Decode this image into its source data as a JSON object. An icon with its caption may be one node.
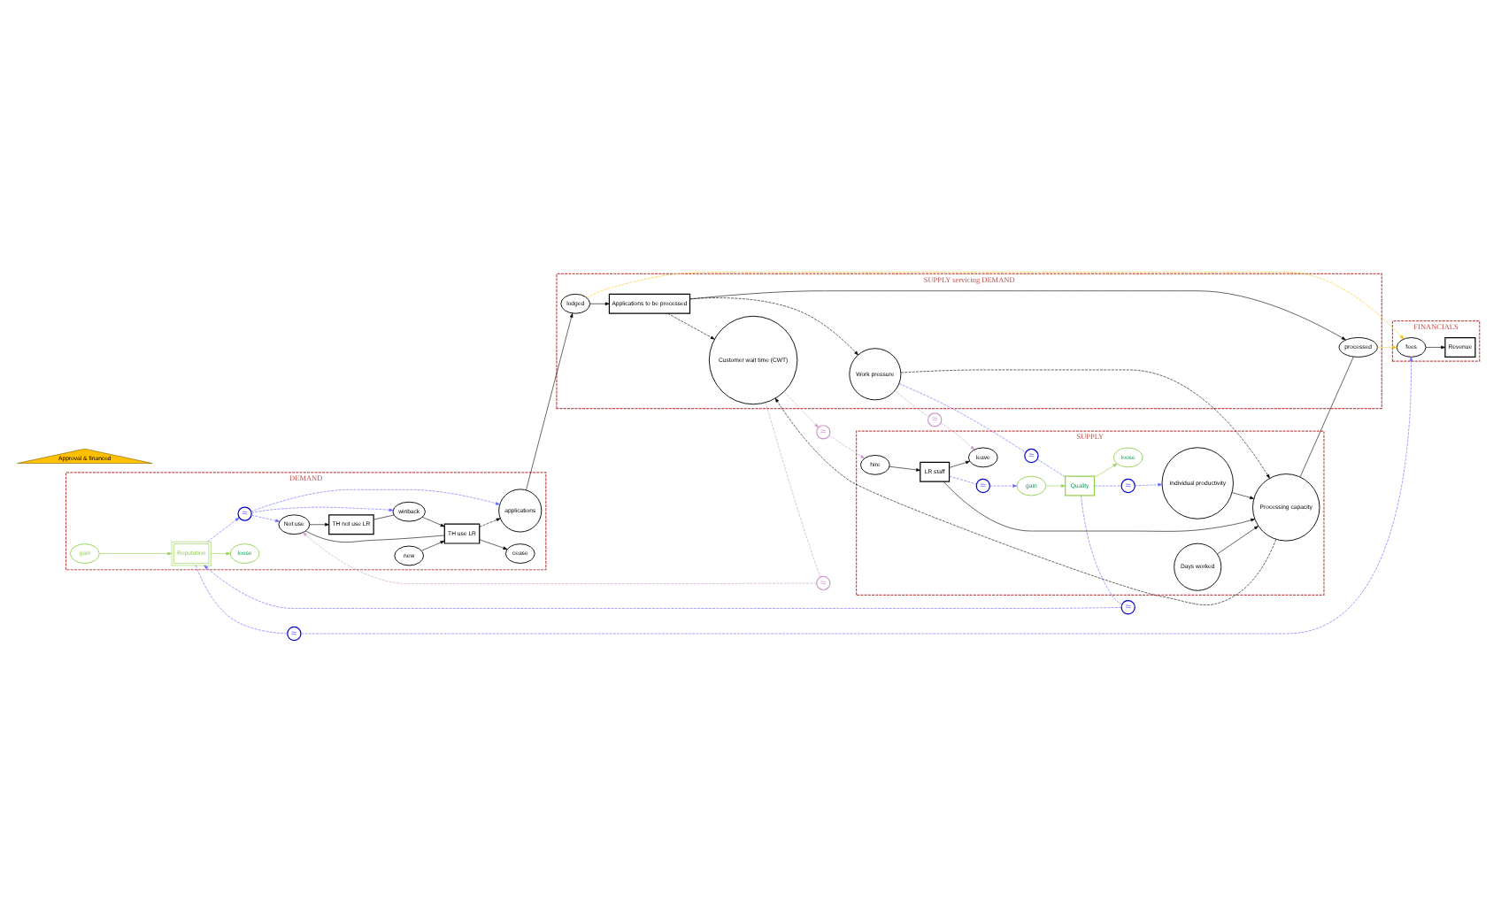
{
  "diagram": {
    "nodes": [
      {
        "text": [
          "DEMAND"
        ]
      },
      {
        "text": [
          "gain"
        ],
        "in": 0
      },
      {
        "text": [
          "Reputation"
        ],
        "in": 0
      },
      {
        "text": [
          "loose"
        ],
        "in": 0
      },
      {
        "text": [
          "≈"
        ],
        "in": 0
      },
      {
        "text": [
          "TH not use LR"
        ],
        "in": 0
      },
      {
        "text": [
          "Not use"
        ],
        "in": 0
      },
      {
        "text": [
          "winback"
        ],
        "in": 0
      },
      {
        "text": [
          "new"
        ],
        "in": 0
      },
      {
        "text": [
          "TH use LR"
        ],
        "in": 0
      },
      {
        "text": [
          "cease"
        ],
        "in": 0
      },
      {
        "text": [
          "applications"
        ],
        "in": 0
      },
      {
        "text": [
          "FINANCIALS"
        ]
      },
      {
        "text": [
          "fees"
        ],
        "in": 12
      },
      {
        "text": [
          "Revenue"
        ],
        "in": 12
      },
      {
        "text": [
          "SUPPLY servicing DEMAND"
        ]
      },
      {
        "text": [
          "lodged"
        ],
        "in": 15
      },
      {
        "text": [
          "Applications to be processed"
        ],
        "in": 15
      },
      {
        "text": [
          "processed"
        ],
        "in": 15
      },
      {
        "text": [
          "Customer wait time (CWT)"
        ],
        "in": 15
      },
      {
        "text": [
          "Work pressure"
        ],
        "in": 15
      },
      {
        "text": [
          "SUPPLY"
        ]
      },
      {
        "text": [
          "≈"
        ],
        "in": 21
      },
      {
        "text": [
          "gain"
        ],
        "in": 21
      },
      {
        "text": [
          "Quality"
        ],
        "in": 21
      },
      {
        "text": [
          "loose"
        ],
        "in": 21
      },
      {
        "text": [
          "≈"
        ],
        "in": 21
      },
      {
        "text": [
          "Individual productivity"
        ],
        "in": 21
      },
      {
        "text": [
          "Processing capacity"
        ],
        "in": 21
      },
      {
        "text": [
          "Days worked"
        ],
        "in": 21
      },
      {
        "text": [
          "≈"
        ],
        "in": 21
      },
      {
        "text": [
          "hire"
        ],
        "in": 21
      },
      {
        "text": [
          "LR staff"
        ],
        "in": 21
      },
      {
        "text": [
          "leave"
        ],
        "in": 21
      },
      {
        "text": [
          "Approval & financed"
        ]
      },
      {
        "text": [
          "≈"
        ]
      },
      {
        "text": [
          "≈"
        ]
      },
      {
        "text": [
          "≈"
        ]
      },
      {
        "text": [
          "≈"
        ]
      },
      {
        "text": [
          "≈"
        ]
      }
    ],
    "edges": [
      {
        "from": 1,
        "to": 2,
        "arrow": "to",
        "color": "#92d050"
      },
      {
        "from": 2,
        "to": 3,
        "arrow": "to",
        "color": "#92d050"
      },
      {
        "from": 9,
        "to": 6,
        "arrow": "none"
      },
      {
        "from": 6,
        "to": 5,
        "arrow": "to"
      },
      {
        "from": 5,
        "to": 7,
        "arrow": "none"
      },
      {
        "from": 7,
        "to": 9,
        "arrow": "to"
      },
      {
        "from": 8,
        "to": 9,
        "arrow": "to"
      },
      {
        "from": 9,
        "to": 10,
        "arrow": "to"
      },
      {
        "from": 9,
        "to": 11,
        "arrow": "to",
        "style": "dashed"
      },
      {
        "from": 11,
        "to": 16,
        "arrow": "to"
      },
      {
        "from": 16,
        "to": 17,
        "arrow": "to"
      },
      {
        "from": 17,
        "to": 18,
        "arrow": "to"
      },
      {
        "from": 16,
        "to": 13,
        "arrow": "to",
        "style": "dashed",
        "color": "#ffc000"
      },
      {
        "from": 18,
        "to": 13,
        "arrow": "to",
        "style": "dashed",
        "color": "#ffc000"
      },
      {
        "from": 13,
        "to": 14,
        "arrow": "to"
      },
      {
        "from": 17,
        "to": 19,
        "arrow": "to",
        "style": "dashed"
      },
      {
        "from": 17,
        "to": 20,
        "arrow": "to",
        "style": "dashed"
      },
      {
        "from": 28,
        "to": 19,
        "arrow": "to",
        "style": "dashed"
      },
      {
        "from": 20,
        "to": 28,
        "arrow": "to",
        "style": "dashed"
      },
      {
        "from": 27,
        "to": 28,
        "arrow": "to"
      },
      {
        "from": 29,
        "to": 28,
        "arrow": "to"
      },
      {
        "from": 32,
        "to": 28,
        "arrow": "to"
      },
      {
        "from": 28,
        "to": 18,
        "arrow": "none"
      },
      {
        "from": 31,
        "to": 32,
        "arrow": "to"
      },
      {
        "from": 32,
        "to": 33,
        "arrow": "to"
      },
      {
        "from": 23,
        "to": 24,
        "arrow": "to",
        "color": "#92d050"
      },
      {
        "from": 24,
        "to": 25,
        "arrow": "to",
        "color": "#92d050"
      },
      {
        "from": 2,
        "to": 4,
        "arrow": "to",
        "style": "dashed",
        "color": "#6666ff"
      },
      {
        "from": 4,
        "to": 6,
        "arrow": "to",
        "style": "dashed",
        "color": "#6666ff"
      },
      {
        "from": 4,
        "to": 7,
        "arrow": "to",
        "style": "dashed",
        "color": "#6666ff"
      },
      {
        "from": 4,
        "to": 11,
        "arrow": "to",
        "style": "dashed",
        "color": "#6666ff"
      },
      {
        "from": 2,
        "to": 35,
        "arrow": "none",
        "style": "dashed",
        "color": "#6666ff"
      },
      {
        "from": 35,
        "to": 13,
        "arrow": "to",
        "style": "dashed",
        "color": "#6666ff"
      },
      {
        "from": 24,
        "to": 36,
        "arrow": "none",
        "style": "dashed",
        "color": "#6666ff"
      },
      {
        "from": 36,
        "to": 2,
        "arrow": "to",
        "style": "dashed",
        "color": "#6666ff"
      },
      {
        "from": 20,
        "to": 22,
        "arrow": "none",
        "style": "dashed",
        "color": "#6666ff"
      },
      {
        "from": 22,
        "to": 24,
        "arrow": "none",
        "style": "dashed",
        "color": "#6666ff"
      },
      {
        "from": 24,
        "to": 26,
        "arrow": "none",
        "style": "dashed",
        "color": "#6666ff"
      },
      {
        "from": 26,
        "to": 27,
        "arrow": "to",
        "style": "dashed",
        "color": "#6666ff"
      },
      {
        "from": 32,
        "to": 30,
        "arrow": "none",
        "style": "dashed",
        "color": "#6666ff"
      },
      {
        "from": 30,
        "to": 23,
        "arrow": "to",
        "style": "dashed",
        "color": "#6666ff"
      },
      {
        "from": 19,
        "to": 37,
        "arrow": "none",
        "style": "dashed",
        "color": "#cc99cc"
      },
      {
        "from": 37,
        "to": 6,
        "arrow": "to",
        "style": "dashed",
        "color": "#cc99cc"
      },
      {
        "from": 19,
        "to": 38,
        "arrow": "to",
        "style": "dashed",
        "color": "#cc99cc"
      },
      {
        "from": 38,
        "to": 31,
        "arrow": "to",
        "style": "dashed",
        "color": "#cc99cc"
      },
      {
        "from": 20,
        "to": 39,
        "arrow": "none",
        "style": "dashed",
        "color": "#cc99cc"
      },
      {
        "from": 39,
        "to": 33,
        "arrow": "to",
        "style": "dashed",
        "color": "#cc99cc"
      }
    ]
  }
}
